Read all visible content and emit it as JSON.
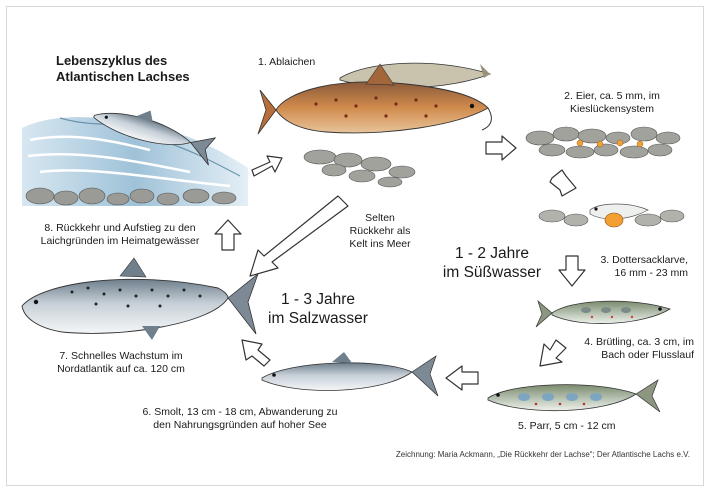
{
  "title": [
    "Lebenszyklus des",
    "Atlantischen Lachses"
  ],
  "stages": {
    "s1": [
      "1. Ablaichen"
    ],
    "s2": [
      "2. Eier, ca. 5 mm, im",
      "Kieslückensystem"
    ],
    "s3": [
      "3. Dottersacklarve,",
      "16 mm - 23 mm"
    ],
    "s4": [
      "4. Brütling, ca. 3 cm, im",
      "Bach oder Flusslauf"
    ],
    "s5": [
      "5. Parr, 5 cm - 12 cm"
    ],
    "s6": [
      "6. Smolt, 13 cm - 18 cm, Abwanderung zu",
      "den Nahrungsgründen auf hoher See"
    ],
    "s7": [
      "7. Schnelles Wachstum im",
      "Nordatlantik auf ca. 120 cm"
    ],
    "s8": [
      "8. Rückkehr und Aufstieg zu den",
      "Laichgründen im Heimatgewässer"
    ]
  },
  "kelt_note": [
    "Selten",
    "Rückkehr als",
    "Kelt ins Meer"
  ],
  "freshwater": [
    "1 - 2 Jahre",
    "im Süßwasser"
  ],
  "saltwater": [
    "1 - 3 Jahre",
    "im Salzwasser"
  ],
  "credit": "Zeichnung: Maria Ackmann, „Die Rückkehr der Lachse“; Der Atlantische Lachs e.V.",
  "colors": {
    "salmon_spawning": "#c9773d",
    "salmon_silver": "#b8c3cc",
    "water": "#a9c9dc",
    "gravel": "#9a9a96",
    "arrow_fill": "#ffffff",
    "arrow_stroke": "#333333"
  }
}
